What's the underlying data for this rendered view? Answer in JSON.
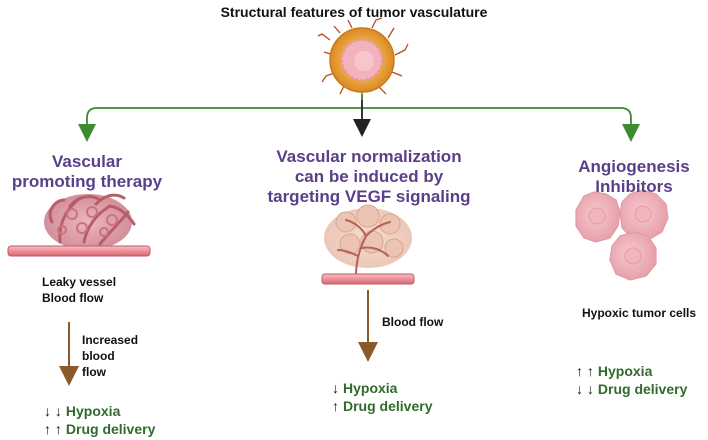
{
  "title": "Structural features of tumor vasculature",
  "left": {
    "heading_line1": "Vascular",
    "heading_line2": "promoting therapy",
    "label_line1": "Leaky vessel",
    "label_line2": "Blood flow",
    "arrow_label_line1": "Increased",
    "arrow_label_line2": "blood",
    "arrow_label_line3": "flow",
    "outcome1_arrows": "↓ ↓",
    "outcome1_text": "Hypoxia",
    "outcome2_arrows": "↑ ↑",
    "outcome2_text": "Drug delivery"
  },
  "center": {
    "heading_line1": "Vascular normalization",
    "heading_line2": "can be induced by",
    "heading_line3": "targeting VEGF signaling",
    "arrow_label": "Blood flow",
    "outcome1_arrows": "↓",
    "outcome1_text": "Hypoxia",
    "outcome2_arrows": "↑",
    "outcome2_text": "Drug delivery"
  },
  "right": {
    "heading_line1": "Angiogenesis",
    "heading_line2": "Inhibitors",
    "label": "Hypoxic tumor cells",
    "outcome1_arrows": "↑ ↑",
    "outcome1_text": "Hypoxia",
    "outcome2_arrows": "↓ ↓",
    "outcome2_text": "Drug delivery"
  },
  "colors": {
    "heading": "#5a3f8a",
    "outcome": "#2f6b2a",
    "connector_green": "#3f8a2e",
    "arrow_brown": "#8a5a2b"
  }
}
